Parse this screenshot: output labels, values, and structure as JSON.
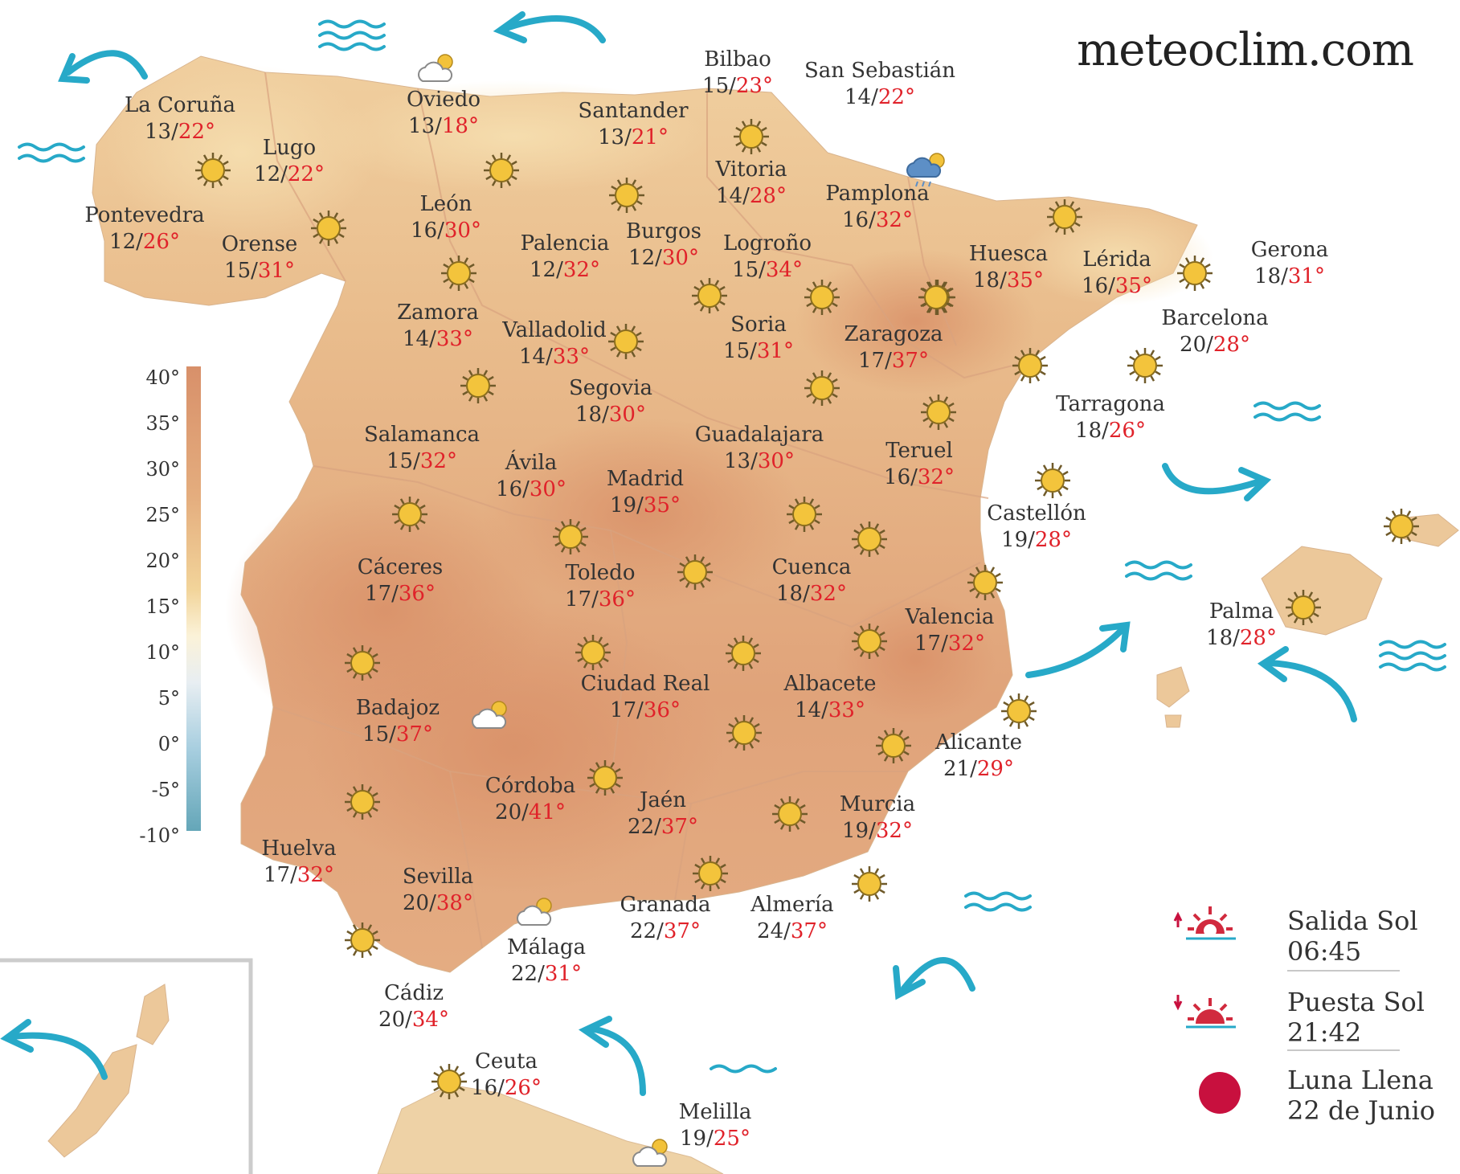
{
  "brand": "meteoclim.com",
  "temperature_scale": [
    "40°",
    "35°",
    "30°",
    "25°",
    "20°",
    "15°",
    "10°",
    "5°",
    "0°",
    "-5°",
    "-10°"
  ],
  "cities": [
    {
      "name": "Bilbao",
      "min": "15",
      "max": "23°"
    },
    {
      "name": "San Sebastián",
      "min": "14",
      "max": "22°"
    },
    {
      "name": "La Coruña",
      "min": "13",
      "max": "22°"
    },
    {
      "name": "Oviedo",
      "min": "13",
      "max": "18°"
    },
    {
      "name": "Santander",
      "min": "13",
      "max": "21°"
    },
    {
      "name": "Lugo",
      "min": "12",
      "max": "22°"
    },
    {
      "name": "Vitoria",
      "min": "14",
      "max": "28°"
    },
    {
      "name": "Pamplona",
      "min": "16",
      "max": "32°"
    },
    {
      "name": "Pontevedra",
      "min": "12",
      "max": "26°"
    },
    {
      "name": "León",
      "min": "16",
      "max": "30°"
    },
    {
      "name": "Orense",
      "min": "15",
      "max": "31°"
    },
    {
      "name": "Palencia",
      "min": "12",
      "max": "32°"
    },
    {
      "name": "Burgos",
      "min": "12",
      "max": "30°"
    },
    {
      "name": "Logroño",
      "min": "15",
      "max": "34°"
    },
    {
      "name": "Huesca",
      "min": "18",
      "max": "35°"
    },
    {
      "name": "Lérida",
      "min": "16",
      "max": "35°"
    },
    {
      "name": "Gerona",
      "min": "18",
      "max": "31°"
    },
    {
      "name": "Zamora",
      "min": "14",
      "max": "33°"
    },
    {
      "name": "Valladolid",
      "min": "14",
      "max": "33°"
    },
    {
      "name": "Soria",
      "min": "15",
      "max": "31°"
    },
    {
      "name": "Zaragoza",
      "min": "17",
      "max": "37°"
    },
    {
      "name": "Barcelona",
      "min": "20",
      "max": "28°"
    },
    {
      "name": "Segovia",
      "min": "18",
      "max": "30°"
    },
    {
      "name": "Tarragona",
      "min": "18",
      "max": "26°"
    },
    {
      "name": "Salamanca",
      "min": "15",
      "max": "32°"
    },
    {
      "name": "Guadalajara",
      "min": "13",
      "max": "30°"
    },
    {
      "name": "Ávila",
      "min": "16",
      "max": "30°"
    },
    {
      "name": "Teruel",
      "min": "16",
      "max": "32°"
    },
    {
      "name": "Madrid",
      "min": "19",
      "max": "35°"
    },
    {
      "name": "Castellón",
      "min": "19",
      "max": "28°"
    },
    {
      "name": "Cáceres",
      "min": "17",
      "max": "36°"
    },
    {
      "name": "Toledo",
      "min": "17",
      "max": "36°"
    },
    {
      "name": "Cuenca",
      "min": "18",
      "max": "32°"
    },
    {
      "name": "Valencia",
      "min": "17",
      "max": "32°"
    },
    {
      "name": "Palma",
      "min": "18",
      "max": "28°"
    },
    {
      "name": "Ciudad Real",
      "min": "17",
      "max": "36°"
    },
    {
      "name": "Albacete",
      "min": "14",
      "max": "33°"
    },
    {
      "name": "Badajoz",
      "min": "15",
      "max": "37°"
    },
    {
      "name": "Alicante",
      "min": "21",
      "max": "29°"
    },
    {
      "name": "Córdoba",
      "min": "20",
      "max": "41°"
    },
    {
      "name": "Jaén",
      "min": "22",
      "max": "37°"
    },
    {
      "name": "Murcia",
      "min": "19",
      "max": "32°"
    },
    {
      "name": "Huelva",
      "min": "17",
      "max": "32°"
    },
    {
      "name": "Sevilla",
      "min": "20",
      "max": "38°"
    },
    {
      "name": "Granada",
      "min": "22",
      "max": "37°"
    },
    {
      "name": "Almería",
      "min": "24",
      "max": "37°"
    },
    {
      "name": "Málaga",
      "min": "22",
      "max": "31°"
    },
    {
      "name": "Cádiz",
      "min": "20",
      "max": "34°"
    },
    {
      "name": "Ceuta",
      "min": "16",
      "max": "26°"
    },
    {
      "name": "Melilla",
      "min": "19",
      "max": "25°"
    }
  ],
  "legend": {
    "sunrise": {
      "label": "Salida Sol",
      "time": "06:45",
      "icon": "sunrise-icon"
    },
    "sunset": {
      "label": "Puesta Sol",
      "time": "21:42",
      "icon": "sunset-icon"
    },
    "moon": {
      "label": "Luna Llena",
      "date": "22 de Junio",
      "icon": "full-moon-icon",
      "color": "#c8103e"
    }
  },
  "weather_icons": {
    "sun": "sun-icon",
    "partly_cloudy": "partly-cloudy-icon",
    "rain": "rain-cloud-icon"
  },
  "colors": {
    "max_temp": "#e0222a",
    "land": "#e7b485",
    "sea_symbol": "#27a9c8"
  }
}
